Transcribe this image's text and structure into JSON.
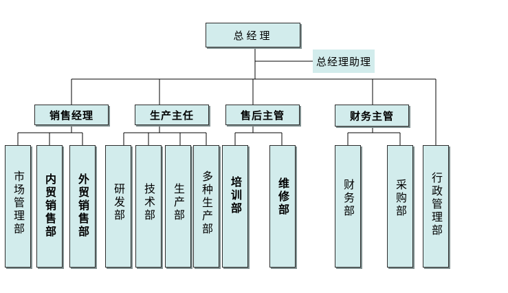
{
  "top": "总经理",
  "assistant": "总经理助理",
  "managers": [
    "销售经理",
    "生产主任",
    "售后主管",
    "财务主管"
  ],
  "departments": {
    "sales": [
      "市场管理部",
      "内贸销售部",
      "外贸销售部"
    ],
    "production": [
      "研发部",
      "技术部",
      "生产部",
      "多种生产部"
    ],
    "after_sales": [
      "培训部",
      "维修部"
    ],
    "finance": [
      "财务部",
      "采购部"
    ],
    "admin": "行政管理部"
  }
}
